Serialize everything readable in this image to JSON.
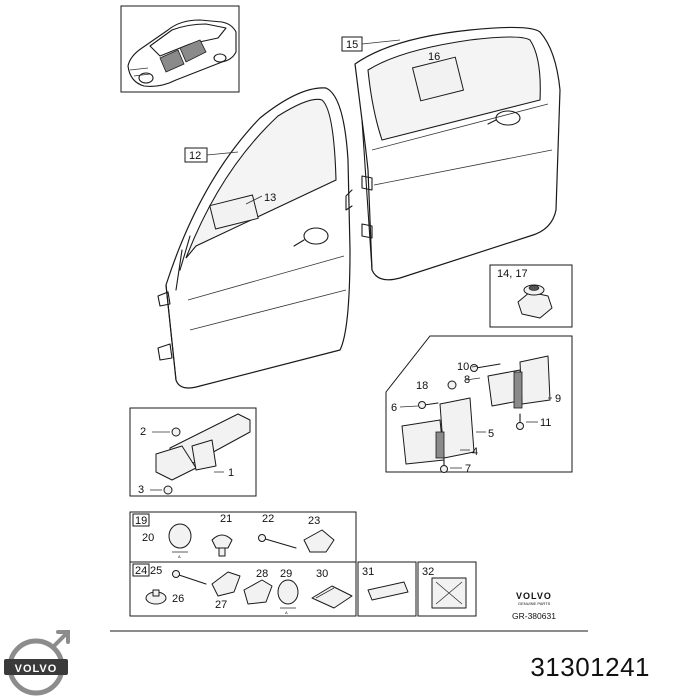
{
  "diagram": {
    "part_number": "31301241",
    "reference_code": "GR-380631",
    "brand_small": "VOLVO",
    "brand_small_sub": "GENUINE PARTS",
    "logo_text": "VOLVO",
    "callouts": {
      "c1": "1",
      "c2": "2",
      "c3": "3",
      "c4": "4",
      "c5": "5",
      "c6": "6",
      "c7": "7",
      "c8": "8",
      "c9": "9",
      "c10": "10",
      "c11": "11",
      "c12": "12",
      "c13": "13",
      "c14_17": "14, 17",
      "c15": "15",
      "c16": "16",
      "c18": "18",
      "c19": "19",
      "c20": "20",
      "c21": "21",
      "c22": "22",
      "c23": "23",
      "c24": "24",
      "c25": "25",
      "c26": "26",
      "c27": "27",
      "c28": "28",
      "c29": "29",
      "c30": "30",
      "c31": "31",
      "c32": "32"
    },
    "dim_letter": "A"
  }
}
